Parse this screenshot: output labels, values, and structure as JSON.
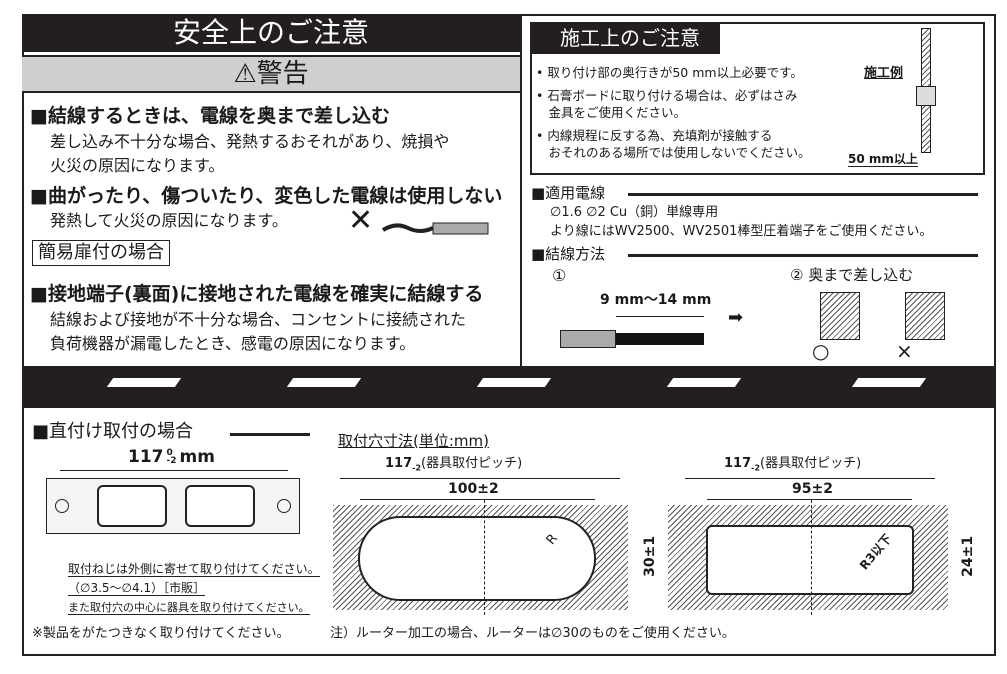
{
  "safety": {
    "title": "安全上のご注意",
    "warning_label": "警告",
    "item1_heading": "■結線するときは、電線を奥まで差し込む",
    "item1_line1": "差し込み不十分な場合、発熱するおそれがあり、焼損や",
    "item1_line2": "火災の原因になります。",
    "item2_heading": "■曲がったり、傷ついたり、変色した電線は使用しない",
    "item2_line1": "発熱して火災の原因になります。",
    "subsection": "簡易扉付の場合",
    "item3_heading": "■接地端子(裏面)に接地された電線を確実に結線する",
    "item3_line1": "結線および接地が不十分な場合、コンセントに接続された",
    "item3_line2": "負荷機器が漏電したとき、感電の原因になります。"
  },
  "construction": {
    "title": "施工上のご注意",
    "bullets": [
      "• 取り付け部の奥行きが50 mm以上必要です。",
      "• 石膏ボードに取り付ける場合は、必ずはさみ",
      "　金具をご使用ください。",
      "• 内線規程に反する為、充填剤が接触する",
      "　おそれのある場所では使用しないでください。"
    ],
    "example_label": "施工例",
    "depth_label": "50 mm以上"
  },
  "wire": {
    "heading": "■適用電線",
    "line1": "∅1.6 ∅2 Cu（銅）単線専用",
    "line2": "より線にはWV2500、WV2501棒型圧着端子をご使用ください。"
  },
  "method": {
    "heading": "■結線方法",
    "step1": "①",
    "strip_length": "9 mm〜14 mm",
    "step2": "② 奥まで差し込む",
    "ok": "○",
    "ng": "×"
  },
  "direct": {
    "heading": "■直付け取付の場合",
    "pitch": "117",
    "tol_upper": "0",
    "tol_lower": "-2",
    "unit": "mm",
    "note1": "取付ねじは外側に寄せて取り付けてください。",
    "note2": "（∅3.5〜∅4.1）［市販］",
    "note3": "また取付穴の中心に器具を取り付けてください。",
    "note4": "※製品をがたつきなく取り付けてください。"
  },
  "hole": {
    "title": "取付穴寸法(単位:mm)",
    "pitch_label": "(器具取付ピッチ)",
    "left_width": "100±2",
    "left_height": "30±1",
    "left_radius": "R",
    "right_width": "95±2",
    "right_height": "24±1",
    "right_radius": "R3以下",
    "router_note": "注）ルーター加工の場合、ルーターは∅30のものをご使用ください。"
  }
}
